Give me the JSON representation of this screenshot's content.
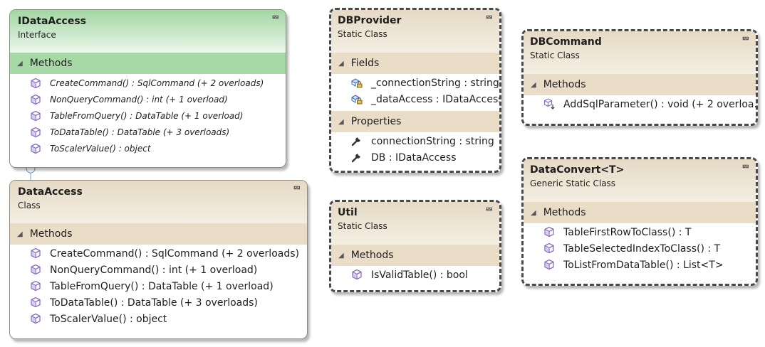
{
  "idataaccess": {
    "name": "IDataAccess",
    "kind": "Interface",
    "section": "Methods",
    "methods": [
      "CreateCommand() : SqlCommand (+ 2 overloads)",
      "NonQueryCommand() : int (+ 1 overload)",
      "TableFromQuery() : DataTable (+ 1 overload)",
      "ToDataTable() : DataTable (+ 3 overloads)",
      "ToScalerValue() : object"
    ]
  },
  "dataaccess": {
    "name": "DataAccess",
    "kind": "Class",
    "section": "Methods",
    "methods": [
      "CreateCommand() : SqlCommand (+ 2 overloads)",
      "NonQueryCommand() : int (+ 1 overload)",
      "TableFromQuery() : DataTable (+ 1 overload)",
      "ToDataTable() : DataTable (+ 3 overloads)",
      "ToScalerValue() : object"
    ]
  },
  "dbprovider": {
    "name": "DBProvider",
    "kind": "Static Class",
    "fields_section": "Fields",
    "fields": [
      "_connectionString : string",
      "_dataAccess : IDataAccess"
    ],
    "properties_section": "Properties",
    "properties": [
      "connectionString : string",
      "DB : IDataAccess"
    ]
  },
  "util": {
    "name": "Util",
    "kind": "Static Class",
    "section": "Methods",
    "methods": [
      "IsValidTable() : bool"
    ]
  },
  "dbcommand": {
    "name": "DBCommand",
    "kind": "Static Class",
    "section": "Methods",
    "methods": [
      "AddSqlParameter() : void (+ 2 overloa..."
    ]
  },
  "dataconvert": {
    "name": "DataConvert<T>",
    "kind": "Generic Static Class",
    "section": "Methods",
    "methods": [
      "TableFirstRowToClass() : T",
      "TableSelectedIndexToClass() : T",
      "ToListFromDataTable() : List<T>"
    ]
  },
  "icons": {
    "collapse": "double-chevron-up",
    "section_toggle": "triangle-expanded",
    "method": "purple-cube",
    "extension_method": "purple-cube-with-arrow",
    "field": "private-field-lock",
    "property": "wrench"
  },
  "colors": {
    "class_header": "#e6dac5",
    "interface_header": "#a3d6a3",
    "method_icon": "#8a6fc0"
  }
}
